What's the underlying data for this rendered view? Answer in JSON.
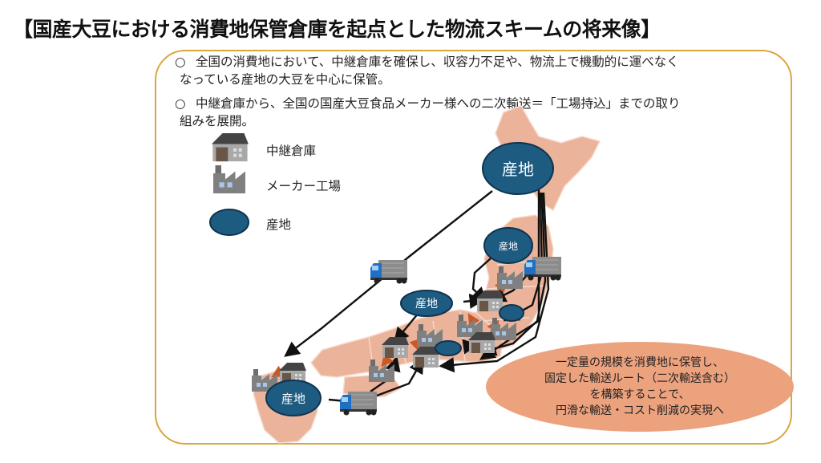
{
  "title": "【国産大豆における消費地保管倉庫を起点とした物流スキームの将来像】",
  "bullets": [
    {
      "mark": "○",
      "line1": "全国の消費地において、中継倉庫を確保し、収容力不足や、物流上で機動的に運べなく",
      "line2": "なっている産地の大豆を中心に保管。"
    },
    {
      "mark": "○",
      "line1": "中継倉庫から、全国の国産大豆食品メーカー様への二次輸送＝「工場持込」までの取り",
      "line2": "組みを展開。"
    }
  ],
  "legend": [
    {
      "icon": "warehouse-icon",
      "label": "中継倉庫"
    },
    {
      "icon": "factory-icon",
      "label": "メーカー工場"
    },
    {
      "icon": "production-area-ellipse-icon",
      "label": "産地"
    }
  ],
  "map": {
    "nodes": [
      {
        "id": "hokkaido",
        "label": "産地"
      },
      {
        "id": "tohoku",
        "label": "産地"
      },
      {
        "id": "hokuriku",
        "label": "産地"
      },
      {
        "id": "kyushu",
        "label": "産地"
      }
    ]
  },
  "callout": {
    "lines": [
      "一定量の規模を消費地に保管し、",
      "固定した輸送ルート（二次輸送含む）",
      "を構築することで、",
      "円滑な輸送・コスト削減の実現へ"
    ]
  },
  "colors": {
    "frame_border": "#d9a640",
    "land": "#eab39a",
    "node": "#1e5b80",
    "callout": "#eda27e",
    "truck_cab": "#1f6fc4",
    "building": "#8e8e8e"
  }
}
